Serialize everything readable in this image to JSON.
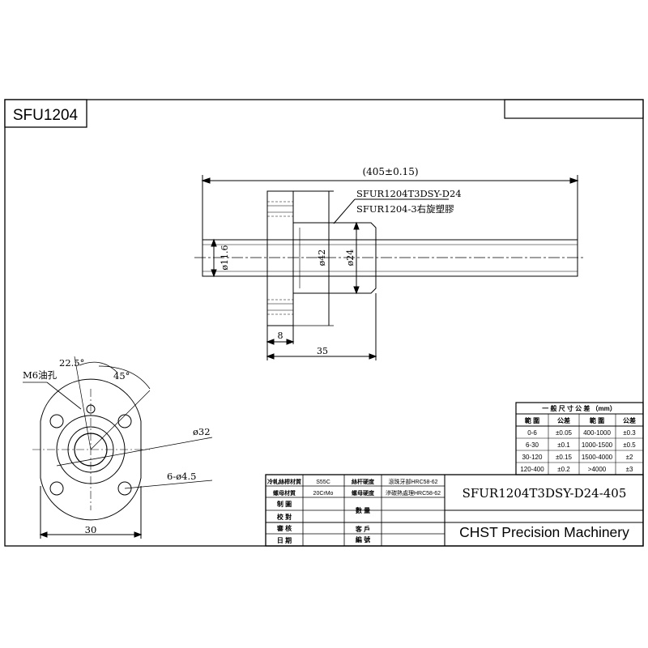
{
  "sheet": {
    "model_badge": "SFU1204"
  },
  "main_view": {
    "overall_length": "(405±0.15)",
    "callout_line1": "SFUR1204T3DSY-D24",
    "callout_line2": "SFUR1204-3右旋塑膠",
    "shaft_dia": "ø11.6",
    "flange_dia": "ø42",
    "nut_dia": "ø24",
    "flange_thickness": "8",
    "nut_length": "35"
  },
  "end_view": {
    "oil_hole": "M6油孔",
    "angle_a": "22.5°",
    "angle_b": "45°",
    "bolt_circle": "ø32",
    "holes": "6-ø4.5",
    "width": "30"
  },
  "tolerance_table": {
    "title": "一 般 尺 寸 公 差 （mm）",
    "headers": [
      "範 圍",
      "公差",
      "範 圍",
      "公差"
    ],
    "rows": [
      [
        "0-6",
        "±0.05",
        "400-1000",
        "±0.3"
      ],
      [
        "6-30",
        "±0.1",
        "1000-1500",
        "±0.5"
      ],
      [
        "30-120",
        "±0.15",
        "1500-4000",
        "±2"
      ],
      [
        "120-400",
        "±0.2",
        ">4000",
        "±3"
      ]
    ]
  },
  "title_block": {
    "r1": [
      "冷軋絲桿材質",
      "S55C",
      "絲杆硬度",
      "滾珠牙部HRC58-62"
    ],
    "r2": [
      "螺母材質",
      "20CrMo",
      "螺母硬度",
      "滲碳熱處理HRC58-62"
    ],
    "labels": [
      "制 圖",
      "校 對",
      "審 核",
      "日 期"
    ],
    "qty_label": "數 量",
    "customer_label": "客 戶",
    "number_label": "編 號",
    "part_number": "SFUR1204T3DSY-D24-405",
    "company": "CHST Precision Machinery"
  }
}
